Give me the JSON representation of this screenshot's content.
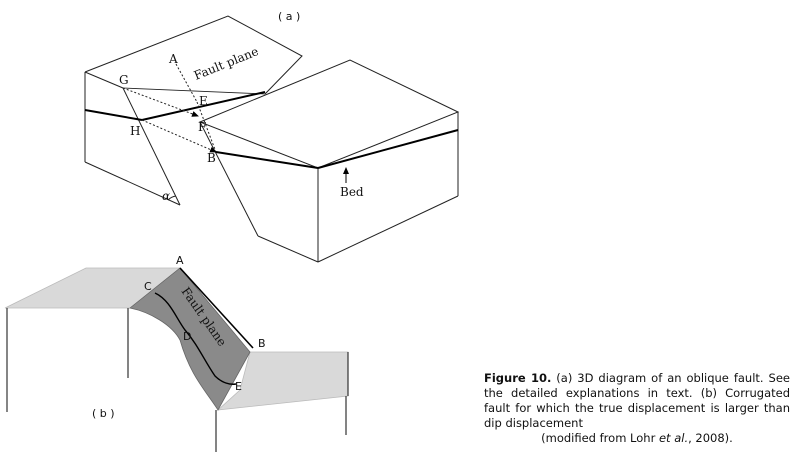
{
  "panel_a": {
    "label": "( a )",
    "points": {
      "A": "A",
      "B": "B",
      "E": "E",
      "F": "F",
      "G": "G",
      "H": "H"
    },
    "fault_plane": "Fault plane",
    "bed": "Bed",
    "alpha": "α"
  },
  "panel_b": {
    "label": "( b )",
    "points": {
      "A": "A",
      "B": "B",
      "C": "C",
      "D": "D",
      "E": "E"
    },
    "fault_plane": "Fault plane"
  },
  "caption": {
    "label": "Figure 10.",
    "text1": " (a) 3D diagram of an oblique fault.  See the detailed explanations in text. (b) Corrugated fault for which the true displacement is larger than dip displacement",
    "text2a": "(modified from Lohr ",
    "etal": "et al.",
    "text2b": ", 2008)."
  }
}
